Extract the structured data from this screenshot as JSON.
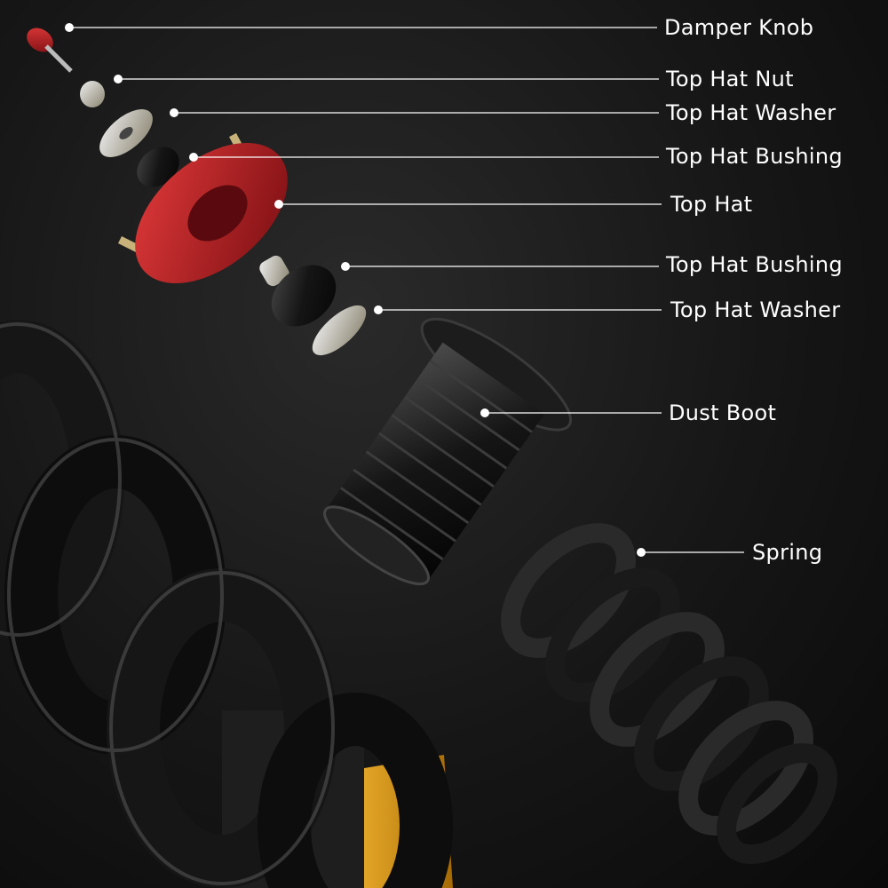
{
  "diagram": {
    "title": "Coilover exploded parts diagram",
    "labels": [
      {
        "id": "damper-knob",
        "text": "Damper Knob"
      },
      {
        "id": "top-hat-nut",
        "text": "Top Hat Nut"
      },
      {
        "id": "top-hat-washer-upper",
        "text": "Top Hat Washer"
      },
      {
        "id": "top-hat-bushing-upper",
        "text": "Top Hat Bushing"
      },
      {
        "id": "top-hat",
        "text": "Top Hat"
      },
      {
        "id": "top-hat-bushing-lower",
        "text": "Top Hat Bushing"
      },
      {
        "id": "top-hat-washer-lower",
        "text": "Top Hat Washer"
      },
      {
        "id": "dust-boot",
        "text": "Dust Boot"
      },
      {
        "id": "spring",
        "text": "Spring"
      }
    ],
    "colors": {
      "background": "#141414",
      "top_hat": "#c0202a",
      "damper_knob": "#d0202a",
      "body": "#e09a10",
      "label": "#ffffff"
    }
  }
}
